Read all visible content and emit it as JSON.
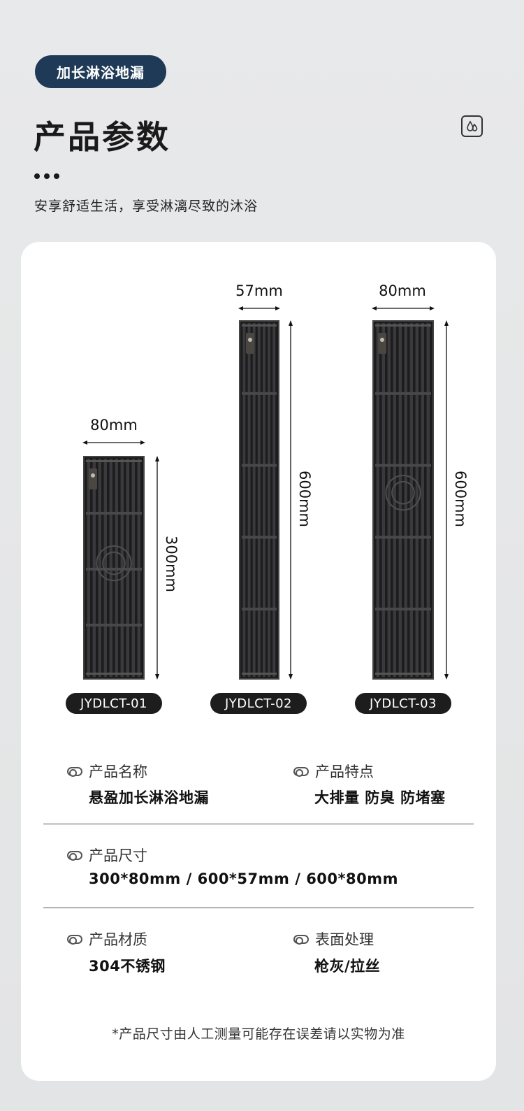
{
  "header": {
    "tag": "加长淋浴地漏",
    "title": "产品参数",
    "subtitle": "安享舒适生活，享受淋漓尽致的沐浴",
    "brand_icon": "water-drop-icon"
  },
  "products": [
    {
      "model": "JYDLCT-01",
      "width_label": "80mm",
      "length_label": "300mm",
      "has_logo": true,
      "has_center_drain": true
    },
    {
      "model": "JYDLCT-02",
      "width_label": "57mm",
      "length_label": "600mm",
      "has_logo": true,
      "has_center_drain": false
    },
    {
      "model": "JYDLCT-03",
      "width_label": "80mm",
      "length_label": "600mm",
      "has_logo": true,
      "has_center_drain": true
    }
  ],
  "specs": {
    "name": {
      "label": "产品名称",
      "value": "悬盈加长淋浴地漏"
    },
    "feature": {
      "label": "产品特点",
      "value": "大排量 防臭 防堵塞"
    },
    "size": {
      "label": "产品尺寸",
      "value": "300*80mm / 600*57mm / 600*80mm"
    },
    "material": {
      "label": "产品材质",
      "value": "304不锈钢"
    },
    "finish": {
      "label": "表面处理",
      "value": "枪灰/拉丝"
    }
  },
  "note": "*产品尺寸由人工测量可能存在误差请以实物为准",
  "colors": {
    "tag_bg": "#1f3a56",
    "grate": "#2a2a2c",
    "model_bg": "#1d1d1d"
  }
}
